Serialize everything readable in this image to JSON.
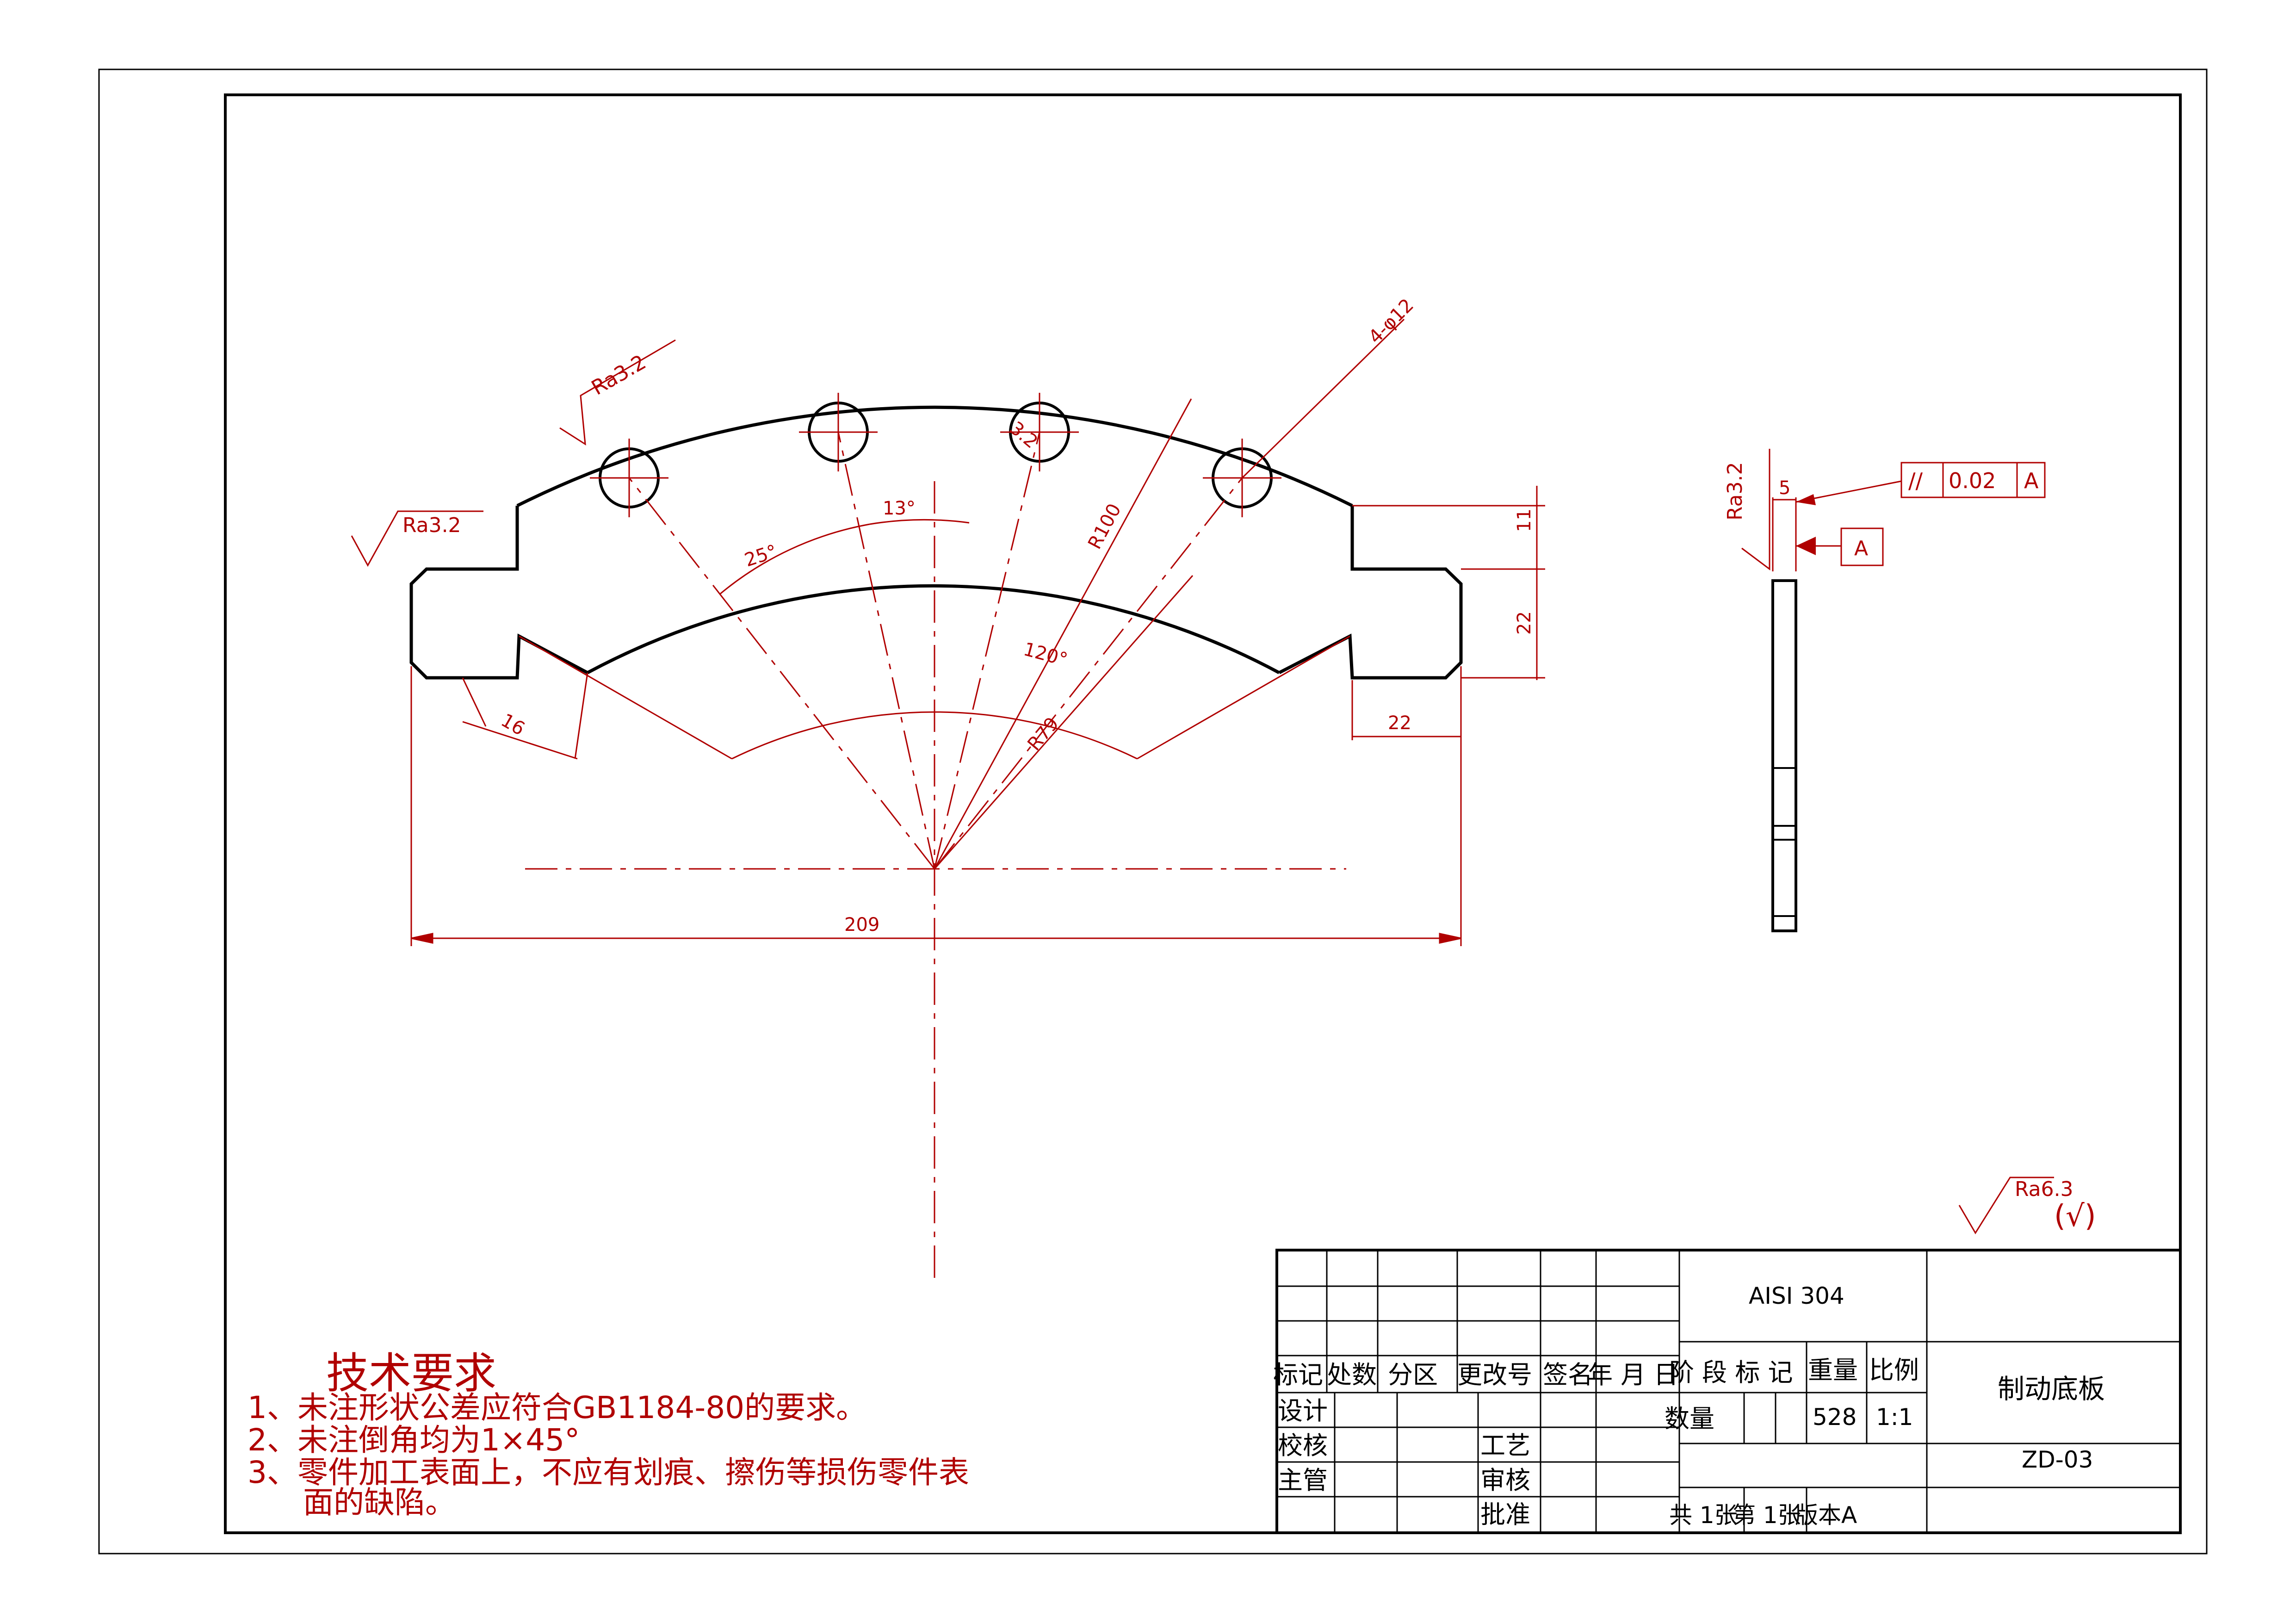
{
  "colors": {
    "outline": "#000000",
    "annotation": "#b00000"
  },
  "dimensions": {
    "overall_width": "209",
    "notch_width_left": "16",
    "tab_width_right": "22",
    "tab_height": "22",
    "step_height": "11",
    "outer_radius": "R100",
    "inner_radius": "R79",
    "angle_25": "25°",
    "angle_13": "13°",
    "angle_120": "120°",
    "holes": "4-φ12",
    "thickness": "5",
    "chamfer": "3.2"
  },
  "surface_finish": {
    "left": "Ra3.2",
    "top_left": "Ra3.2",
    "side_view": "Ra3.2",
    "general": "Ra6.3",
    "general_suffix": "(√)"
  },
  "tolerance": {
    "symbol": "//",
    "value": "0.02",
    "datum": "A"
  },
  "datum_label": "A",
  "tech_req": {
    "title": "技术要求",
    "lines": [
      "1、未注形状公差应符合GB1184-80的要求。",
      "2、未注倒角均为1×45°",
      "3、零件加工表面上，不应有划痕、擦伤等损伤零件表",
      "面的缺陷。"
    ]
  },
  "title_block": {
    "material": "AISI 304",
    "part_name": "制动底板",
    "drawing_no": "ZD-03",
    "headers": [
      "标记",
      "处数",
      "分区",
      "更改号",
      "签名",
      "年 月 日"
    ],
    "stage_label": "阶 段 标 记",
    "weight_label": "重量",
    "scale_label": "比例",
    "quantity_label": "数量",
    "weight_value": "528",
    "scale_value": "1:1",
    "role_design": "设计",
    "role_check": "校核",
    "role_manage": "主管",
    "role_process": "工艺",
    "role_review": "审核",
    "role_approve": "批准",
    "sheets_total": "共 1张",
    "sheet_no": "第 1张",
    "version": "版本A"
  }
}
